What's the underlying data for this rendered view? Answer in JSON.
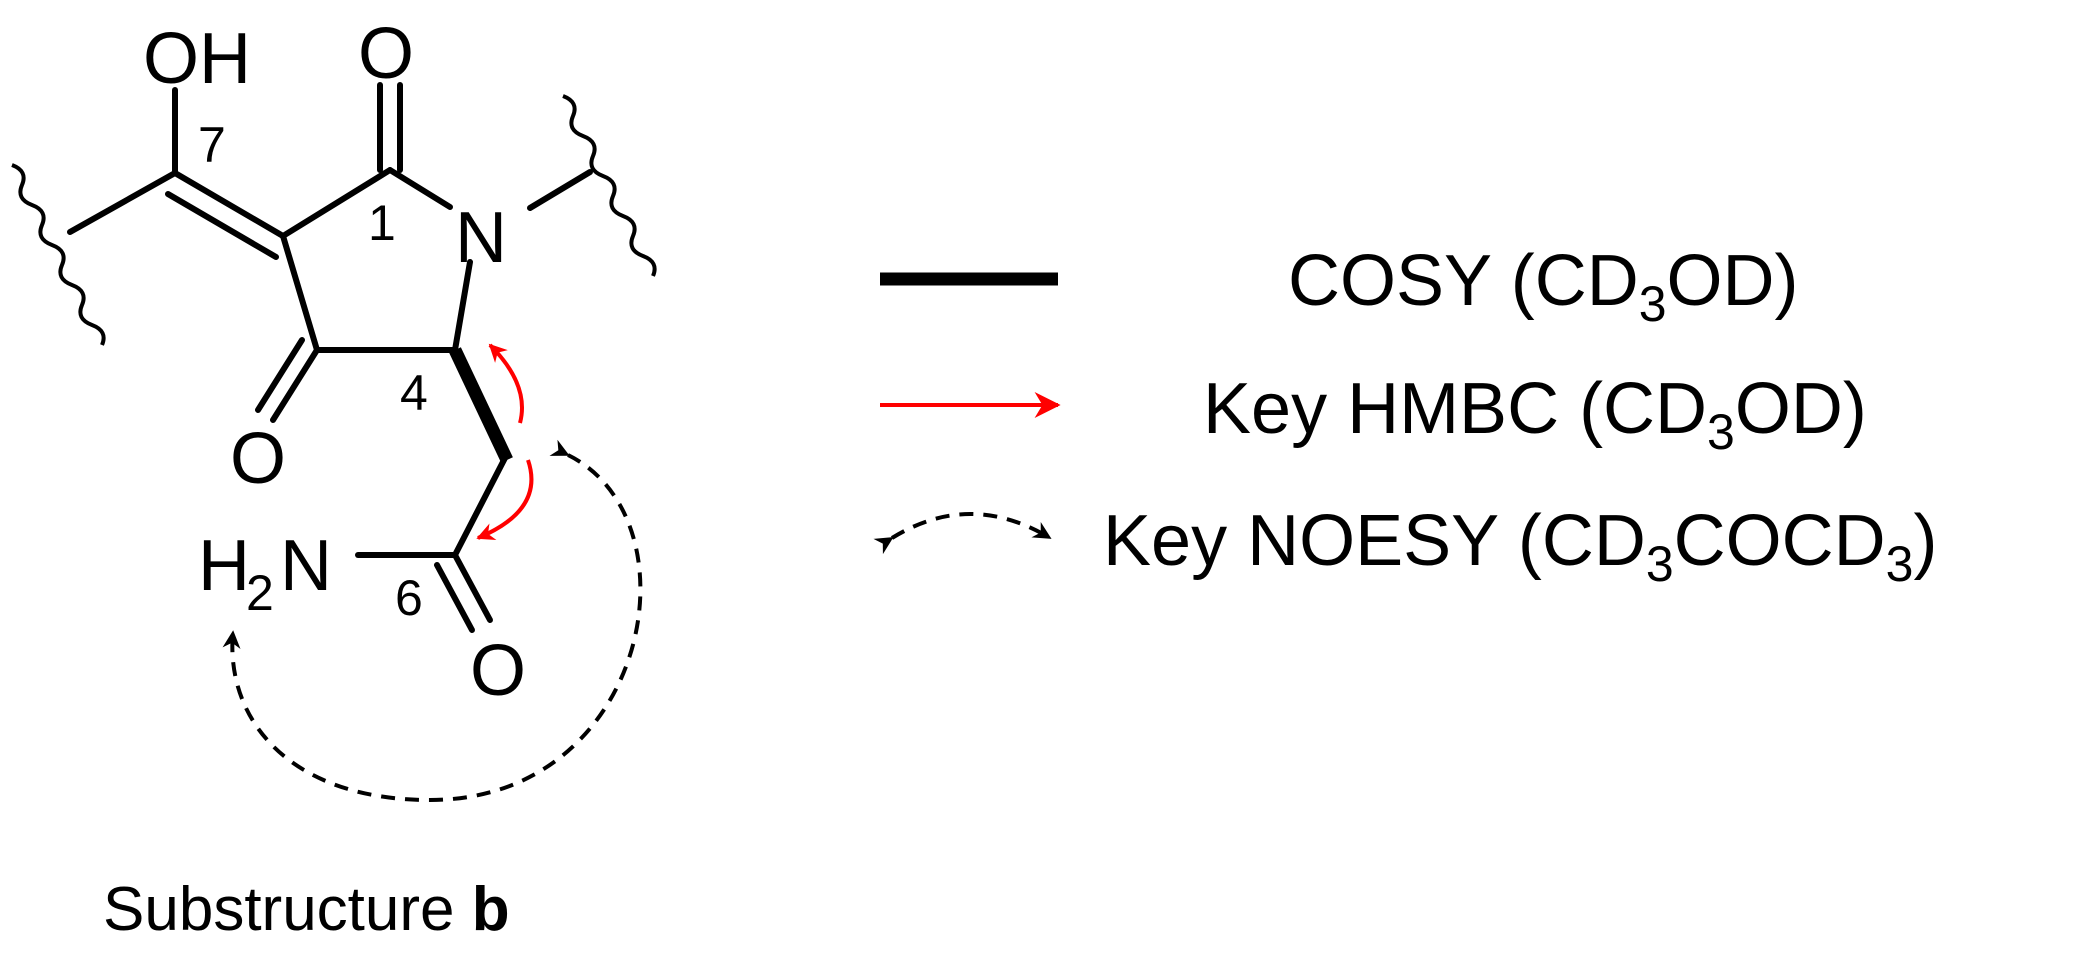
{
  "structure": {
    "atoms": {
      "oh": "OH",
      "o_top": "O",
      "n": "N",
      "o_left": "O",
      "nh2_h": "H",
      "nh2_sub": "2",
      "nh2_n": "N",
      "o_amide": "O"
    },
    "numbers": {
      "c7": "7",
      "c1": "1",
      "c4": "4",
      "c6": "6"
    },
    "caption_text": "Substructure ",
    "caption_bold": "b"
  },
  "legend": {
    "cosy": {
      "text": "COSY (CD",
      "sub": "3",
      "tail": "OD)"
    },
    "hmbc": {
      "text": "Key HMBC (CD",
      "sub": "3",
      "tail": "OD)"
    },
    "noesy": {
      "text": "Key NOESY (CD",
      "sub1": "3",
      "mid": "COCD",
      "sub2": "3",
      "tail": ")"
    }
  },
  "colors": {
    "cosy": "#000000",
    "hmbc": "#ff0000",
    "noesy": "#000000"
  }
}
